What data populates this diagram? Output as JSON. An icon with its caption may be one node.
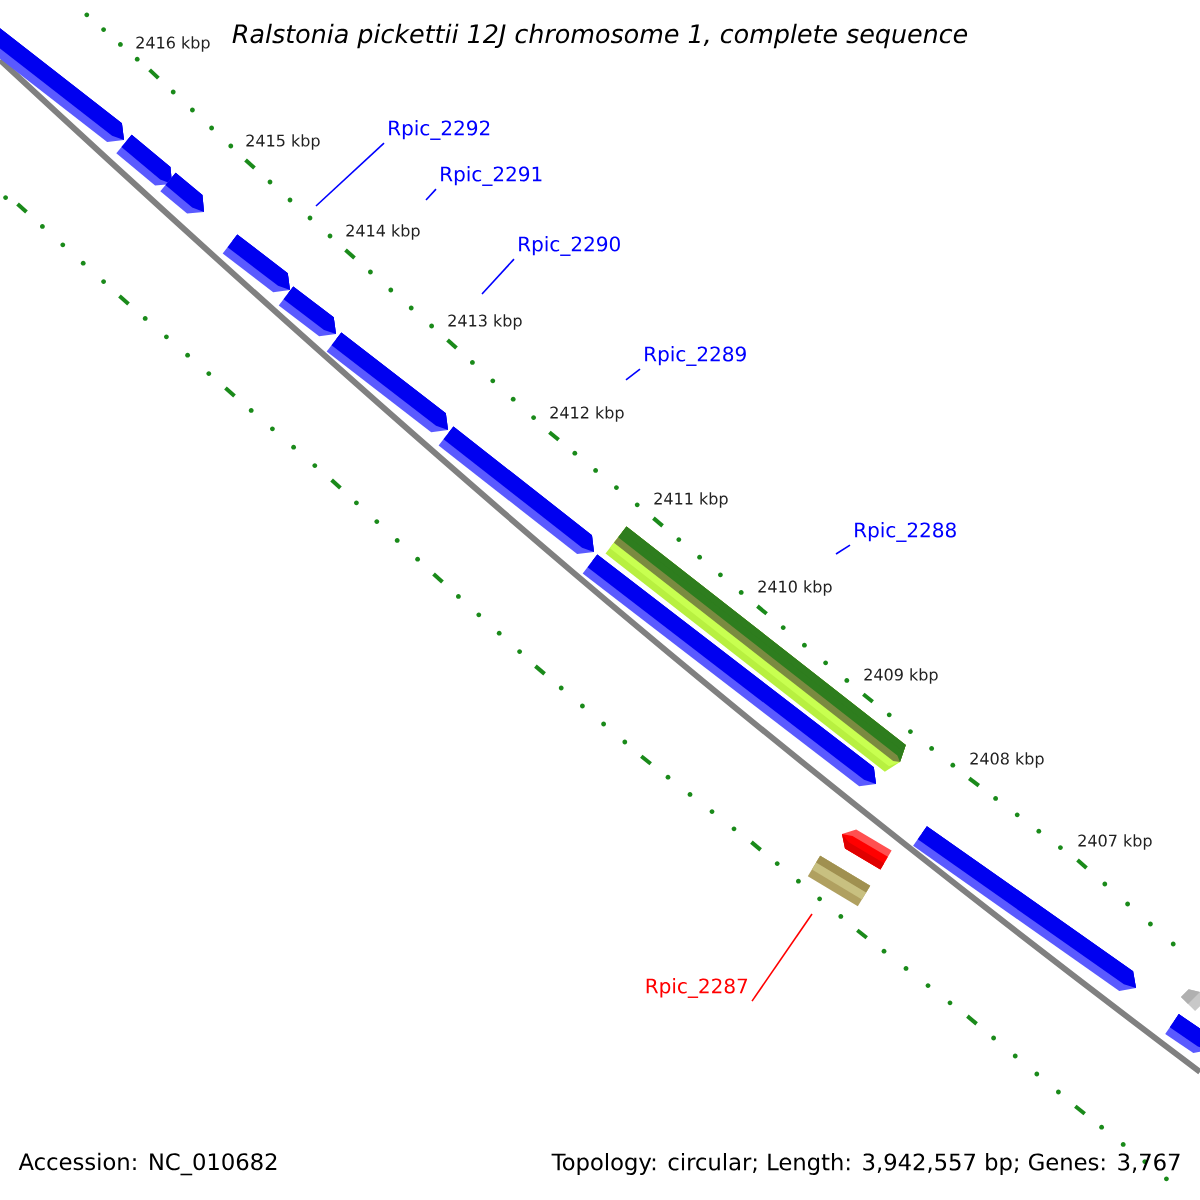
{
  "diagram": {
    "title": "Ralstonia pickettii 12J chromosome 1, complete sequence",
    "nodes": [
      {
        "text": [
          "Rpic_2292"
        ]
      },
      {
        "text": [
          "Rpic_2291"
        ]
      },
      {
        "text": [
          "Rpic_2290"
        ]
      },
      {
        "text": [
          "Rpic_2289"
        ]
      },
      {
        "text": [
          "Rpic_2288"
        ]
      },
      {
        "text": [
          "Rpic_2287"
        ]
      }
    ],
    "edges": [
      {
        "from": 0,
        "to": null,
        "arrow": "none"
      },
      {
        "from": 1,
        "to": null,
        "arrow": "none"
      },
      {
        "from": 2,
        "to": null,
        "arrow": "none"
      },
      {
        "from": 3,
        "to": null,
        "arrow": "none"
      },
      {
        "from": 4,
        "to": null,
        "arrow": "none"
      },
      {
        "from": 5,
        "to": null,
        "arrow": "none",
        "color": "#ff0000"
      }
    ],
    "labels": [
      "2416 kbp",
      "2415 kbp",
      "2414 kbp",
      "2413 kbp",
      "2412 kbp",
      "2411 kbp",
      "2410 kbp",
      "2409 kbp",
      "2408 kbp",
      "2407 kbp",
      "Accession: NC_010682",
      "Topology: circular; Length: 3,942,557 bp; Genes: 3,767"
    ]
  }
}
